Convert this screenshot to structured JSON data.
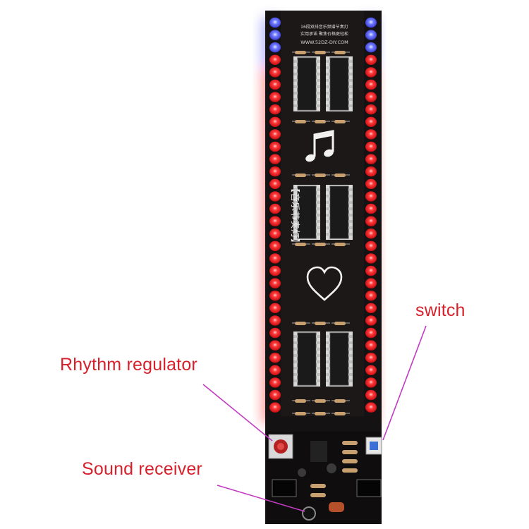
{
  "board": {
    "header_line1": "16段双排音乐频谱节奏灯",
    "header_line2": "实用承诺 聚焦价格更轻松",
    "website": "WWW.52DZ-DIY.COM",
    "side_text": "【音乐节奏灯】"
  },
  "callouts": {
    "rhythm_regulator": "Rhythm regulator",
    "sound_receiver": "Sound receiver",
    "switch": "switch"
  },
  "colors": {
    "led_red": "#ff2a2a",
    "led_blue": "#5a6bff",
    "pcb": "#141212",
    "callout_text": "#d6212c",
    "pointer_line": "#c23bc2"
  },
  "icons": [
    "music-note-icon",
    "heart-icon"
  ]
}
